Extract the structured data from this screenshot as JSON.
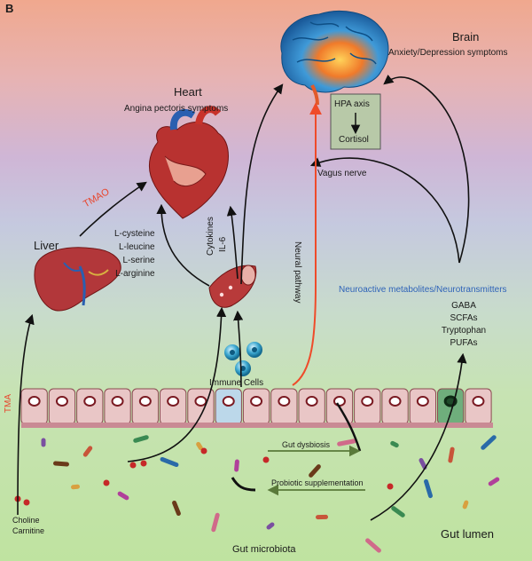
{
  "panel_label": "B",
  "brain": {
    "title": "Brain",
    "symptoms": "Anxiety/Depression symptoms"
  },
  "hpa": {
    "axis_label": "HPA axis",
    "cortisol_label": "Cortisol"
  },
  "heart": {
    "title": "Heart",
    "symptoms": "Angina pectoris symptoms"
  },
  "liver": {
    "title": "Liver"
  },
  "tmao_label": "TMAO",
  "tma_label": "TMA",
  "amino_acids": [
    "L-cysteine",
    "L-leucine",
    "L-serine",
    "L-arginine"
  ],
  "cytokines": [
    "Cytokines",
    "IL-6"
  ],
  "vagus_label": "Vagus nerve",
  "neural_pathway_label": "Neural pathway",
  "neuroactive": {
    "title": "Neuroactive metabolites/Neurotransmitters",
    "items": [
      "GABA",
      "SCFAs",
      "Tryptophan",
      "PUFAs"
    ]
  },
  "immune_cells_label": "Immune Cells",
  "gut_dysbiosis_label": "Gut dysbiosis",
  "probiotic_label": "Probiotic supplementation",
  "choline_labels": [
    "Choline",
    "Carnitine"
  ],
  "gut_lumen_label": "Gut lumen",
  "gut_microbiota_label": "Gut  microbiota",
  "colors": {
    "arrow": "#111111",
    "neural": "#ef4b2a",
    "tmao": "#e8452c",
    "neuro_title": "#2f63b8",
    "epithelium": "#e9c6c6",
    "nucleus": "#7a1a22",
    "hpa_box": "#b8c9a8"
  }
}
